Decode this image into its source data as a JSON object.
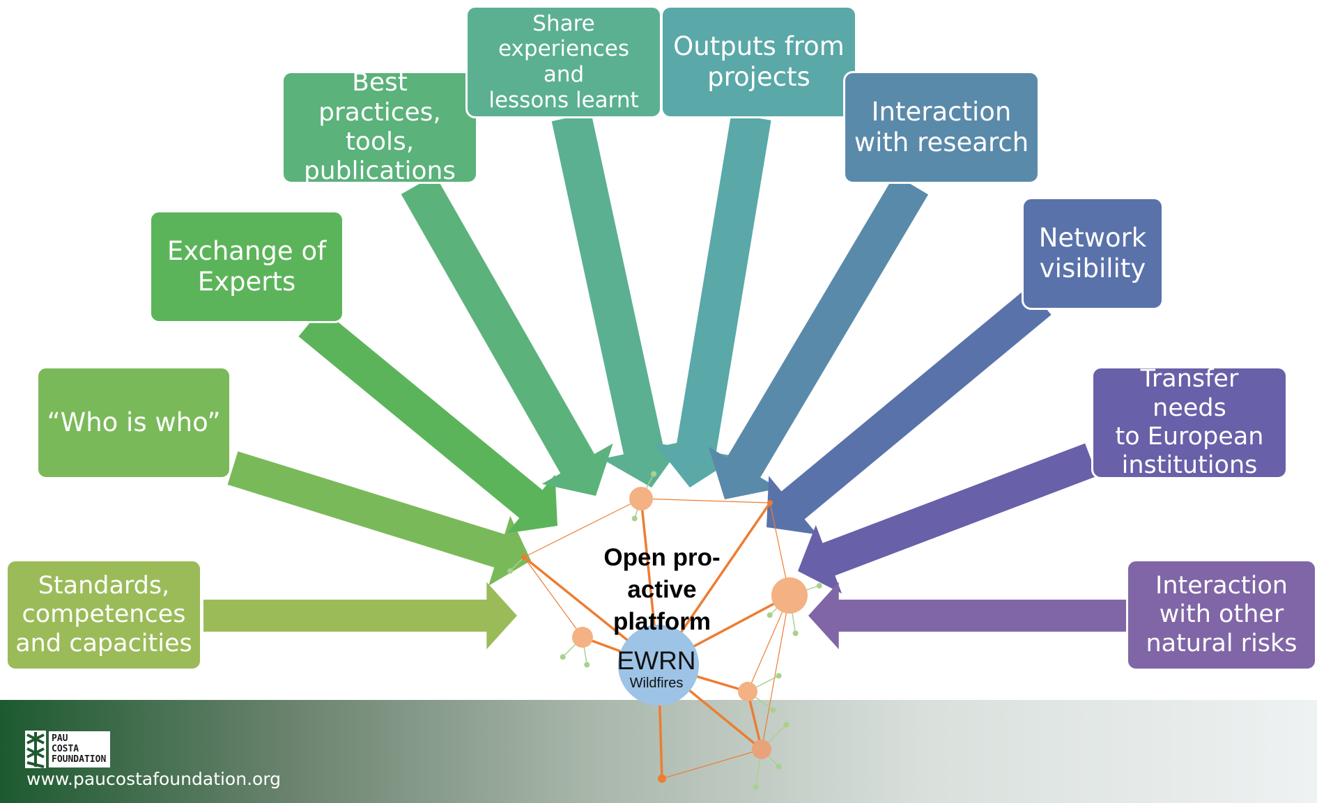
{
  "colors": {
    "accent_orange": "#ed7d31",
    "node_peach": "#f4b183",
    "node_blue": "#9dc3e6",
    "leaf_green": "#a9d18e"
  },
  "boxes": [
    {
      "id": "standards",
      "label": "Standards,\ncompetences\nand capacities",
      "color": "#9bbb59"
    },
    {
      "id": "who-is-who",
      "label": "“Who is who”",
      "color": "#7ab95a"
    },
    {
      "id": "exchange-experts",
      "label": "Exchange of\nExperts",
      "color": "#5cb45a"
    },
    {
      "id": "best-practices",
      "label": "Best practices,\ntools,\npublications",
      "color": "#5bb27a"
    },
    {
      "id": "share-experiences",
      "label": "Share\nexperiences and\nlessons learnt",
      "color": "#5bb092"
    },
    {
      "id": "outputs-projects",
      "label": "Outputs from\nprojects",
      "color": "#5aa8a8"
    },
    {
      "id": "interaction-research",
      "label": "Interaction\nwith research",
      "color": "#5a8aaa"
    },
    {
      "id": "network-visibility",
      "label": "Network\nvisibility",
      "color": "#5a72aa"
    },
    {
      "id": "transfer-needs",
      "label": "Transfer needs\nto European\ninstitutions",
      "color": "#6860a8"
    },
    {
      "id": "interaction-risks",
      "label": "Interaction\nwith other\nnatural risks",
      "color": "#8066a6"
    }
  ],
  "center": {
    "title": "Open pro-\nactive\nplatform",
    "name": "EWRN",
    "subtitle": "Wildfires"
  },
  "footer": {
    "logo_text": "PAU\nCOSTA\nFOUNDATION",
    "url": "www.paucostafoundation.org"
  }
}
